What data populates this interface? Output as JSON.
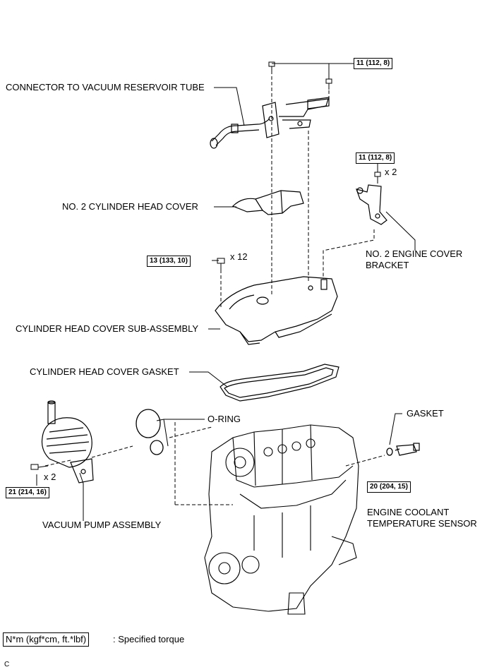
{
  "labels": {
    "connector": "CONNECTOR TO VACUUM RESERVOIR TUBE",
    "no2_cyl_head_cover": "NO. 2 CYLINDER HEAD COVER",
    "no2_engine_cover_bracket_1": "NO. 2 ENGINE COVER",
    "no2_engine_cover_bracket_2": "BRACKET",
    "cyl_head_cover_sub": "CYLINDER HEAD COVER SUB-ASSEMBLY",
    "cyl_head_cover_gasket": "CYLINDER HEAD COVER GASKET",
    "o_ring": "O-RING",
    "gasket": "GASKET",
    "vacuum_pump": "VACUUM PUMP ASSEMBLY",
    "coolant_sensor_1": "ENGINE COOLANT",
    "coolant_sensor_2": "TEMPERATURE SENSOR"
  },
  "torques": {
    "top": "11 (112, 8)",
    "bracket": "11 (112, 8)",
    "cover": "13 (133, 10)",
    "pump": "21 (214, 16)",
    "sensor": "20 (204, 15)"
  },
  "quantities": {
    "bracket": "x 2",
    "cover": "x 12",
    "pump": "x 2"
  },
  "legend": {
    "box": "N*m (kgf*cm, ft.*lbf)",
    "text": ": Specified torque"
  },
  "figure_code": "C"
}
